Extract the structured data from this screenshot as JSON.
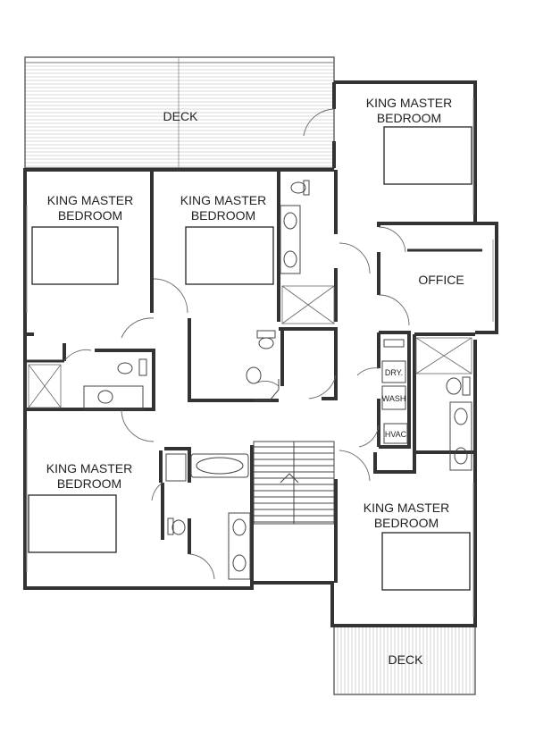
{
  "rooms": {
    "deck_top": "DECK",
    "master_ne": [
      "KING MASTER",
      "BEDROOM"
    ],
    "master_nw": [
      "KING MASTER",
      "BEDROOM"
    ],
    "master_nc": [
      "KING MASTER",
      "BEDROOM"
    ],
    "office": "OFFICE",
    "dry": "DRY.",
    "wash": "WASH",
    "hvac": "HVAC",
    "master_sw": [
      "KING MASTER",
      "BEDROOM"
    ],
    "master_se": [
      "KING MASTER",
      "BEDROOM"
    ],
    "deck_bottom": "DECK"
  },
  "colors": {
    "wall": "#333333",
    "line": "#555555",
    "deck": "#9a9a9a"
  }
}
